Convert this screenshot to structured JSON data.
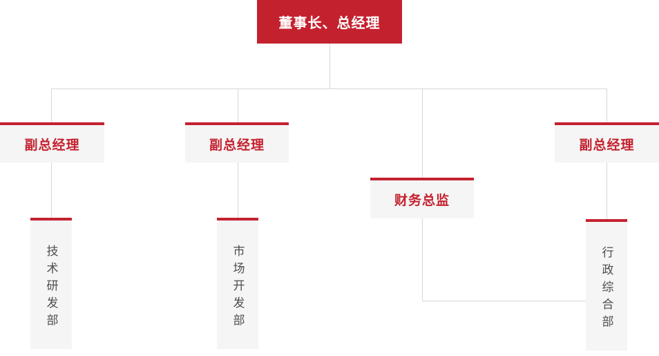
{
  "colors": {
    "accent_red": "#c4212e",
    "box_background": "#f5f5f5",
    "connector_line": "#d6d6d6",
    "department_text": "#4d4d4d",
    "root_text": "#ffffff"
  },
  "chart": {
    "type": "org-chart",
    "root": {
      "label": "董事长、总经理"
    },
    "managers": [
      {
        "label": "副总经理"
      },
      {
        "label": "副总经理"
      },
      {
        "label": "财务总监"
      },
      {
        "label": "副总经理"
      }
    ],
    "departments": [
      {
        "label": "技术研发部"
      },
      {
        "label": "市场开发部"
      },
      {
        "label": "行政综合部"
      }
    ]
  }
}
